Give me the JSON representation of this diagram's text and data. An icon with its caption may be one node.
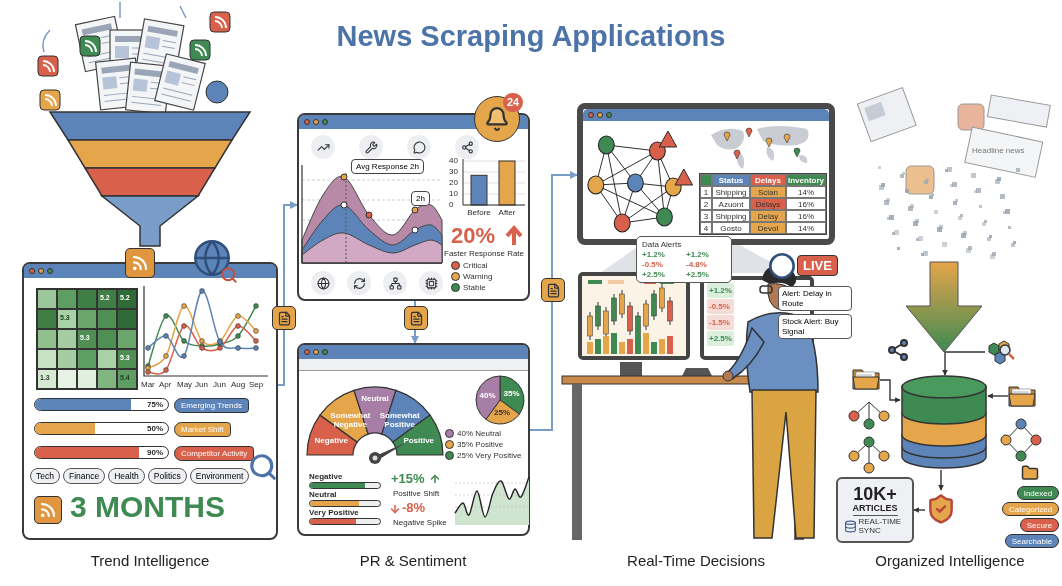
{
  "diagram": {
    "title": "News Scraping Applications",
    "nodes": [
      {
        "text": [],
        "shape": "box"
      },
      {
        "text": [],
        "shape": "box"
      },
      {
        "text": [],
        "shape": "box"
      },
      {
        "text": [],
        "shape": "box"
      },
      {
        "text": [],
        "shape": "cylinder"
      },
      {
        "text": [],
        "shape": "picture"
      },
      {
        "text": [],
        "shape": "picture"
      },
      {
        "text": [],
        "shape": "picture"
      },
      {
        "text": [],
        "shape": "picture"
      },
      {
        "text": [
          "10K+",
          "ARTICLES",
          "REAL-TIME SYNC"
        ]
      }
    ],
    "edges": [
      {
        "from": 0,
        "to": 1,
        "arrow": "to",
        "color": "#7a9cc8"
      },
      {
        "from": 1,
        "to": 2,
        "arrow": "to",
        "color": "#7a9cc8"
      },
      {
        "from": 2,
        "to": 3,
        "arrow": "to",
        "color": "#7a9cc8"
      },
      {
        "from": 5,
        "to": 4,
        "arrow": "to"
      },
      {
        "from": 6,
        "to": 4,
        "arrow": "to"
      },
      {
        "from": 7,
        "to": 4,
        "arrow": "to"
      },
      {
        "from": 4,
        "to": 8,
        "arrow": "to"
      },
      {
        "from": 8,
        "to": 9,
        "arrow": "to"
      }
    ],
    "labels": [
      "5.2",
      "5.2",
      "5.3",
      "5.3",
      "5.3",
      "1.3",
      "5.4",
      "Mar",
      "Apr",
      "May",
      "Jun",
      "Jun",
      "Aug",
      "Sep",
      "75%",
      "Emerging Trends",
      "50%",
      "Market Shift",
      "90%",
      "Competitor Activity",
      "Tech",
      "Finance",
      "Health",
      "Politics",
      "Environment",
      "3 MONTHS",
      "24",
      "Avg Response 2h",
      "2h",
      "20%",
      "Faster Response Rate",
      "Negative",
      "Somewhat Negative",
      "Neutral",
      "Somewhat Positive",
      "Positive",
      "40%",
      "35%",
      "25%",
      "Negative",
      "Neutral",
      "Very Positive",
      "+15%",
      "Positive Shift",
      "-8%",
      "Negative Spike",
      "Status",
      "Delays",
      "Inventory",
      "1",
      "Shipping",
      "Sclan",
      "14%",
      "2",
      "Azuont",
      "Delays",
      "16%",
      "3",
      "Shipping",
      "Delay",
      "16%",
      "4",
      "Gosto",
      "Devol",
      "14%",
      "Data Alerts",
      "+1.2%",
      "+1.2%",
      "-0.5%",
      "-4.8%",
      "+2.5%",
      "+2.5%",
      "LIVE",
      "+1.2%",
      "-0.5%",
      "-1.5%",
      "+2.5%",
      "Alert: Delay in Route",
      "Stock Alert: Buy Signal",
      "Headline news",
      "Indexed",
      "Categorized",
      "Secure",
      "Searchable",
      "Trend Intelligence",
      "PR & Sentiment",
      "Real-Time Decisions",
      "Organized Intelligence"
    ],
    "legend": [
      {
        "text": "Critical",
        "color": "#d9604a"
      },
      {
        "text": "Warning",
        "color": "#e5a54b"
      },
      {
        "text": "Stable",
        "color": "#3f8a52"
      },
      {
        "text": "40% Neutral",
        "color": "#a77ea5"
      },
      {
        "text": "35% Positive",
        "color": "#e5a54b"
      },
      {
        "text": "25% Very Positive",
        "color": "#3f8a52"
      }
    ],
    "chart_data": {
      "type": "bar",
      "categories": [
        "Before",
        "After"
      ],
      "series": [
        {
          "color": "#5d84b8",
          "values": [
            27,
            null
          ]
        },
        {
          "color": "#e5a54b",
          "values": [
            null,
            40
          ]
        }
      ],
      "yticks": [
        0,
        10,
        20,
        30,
        40
      ],
      "ylim": [
        0,
        40
      ],
      "grid": true
    }
  }
}
